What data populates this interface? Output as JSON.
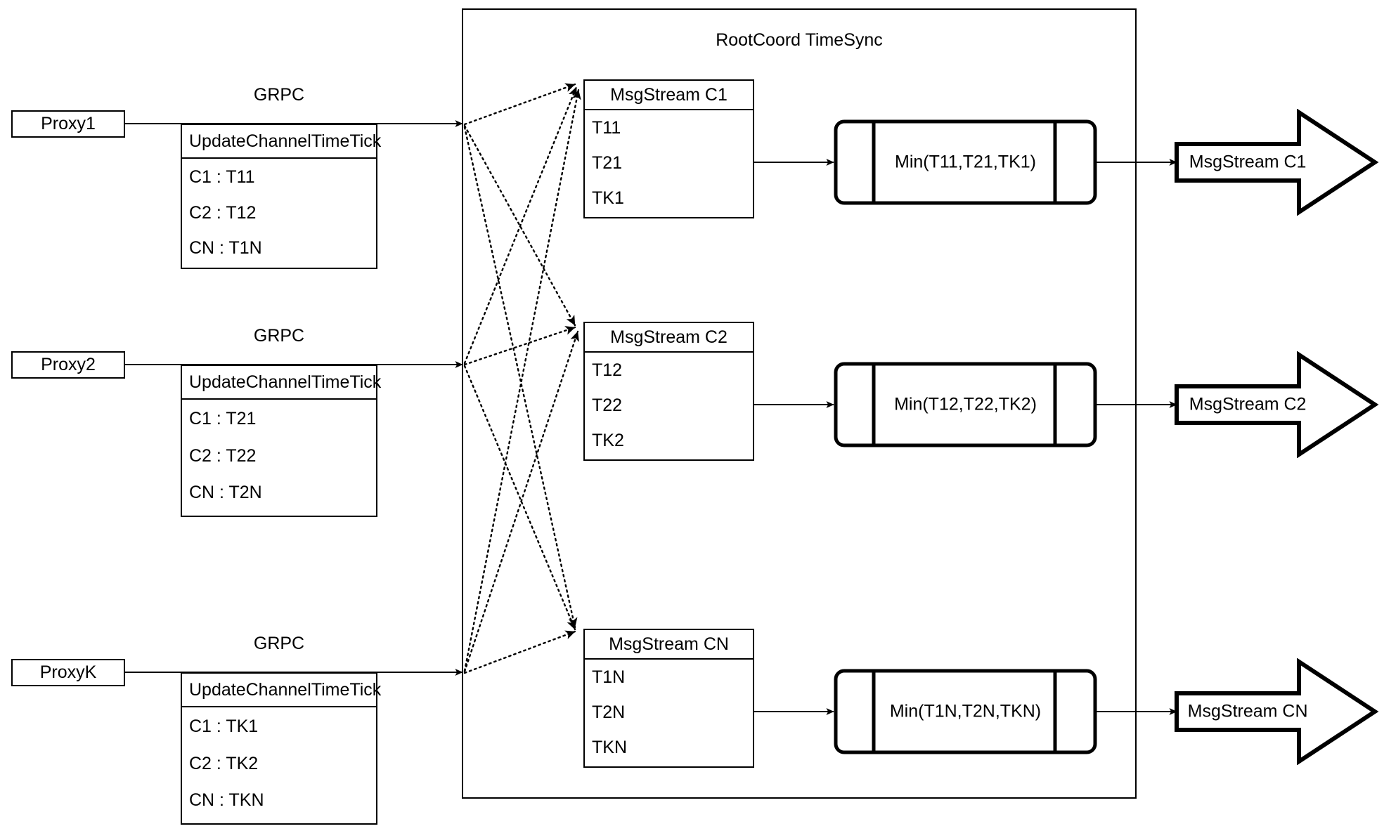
{
  "container": {
    "title": "RootCoord TimeSync"
  },
  "rows": [
    {
      "proxy": {
        "label": "Proxy1"
      },
      "link_label": "GRPC",
      "request": {
        "header": "UpdateChannelTimeTick",
        "entries": [
          "C1 :  T11",
          "C2 :  T12",
          "CN : T1N"
        ]
      },
      "msgstream": {
        "header": "MsgStream C1",
        "entries": [
          "T11",
          "T21",
          "TK1"
        ]
      },
      "process": {
        "label": "Min(T11,T21,TK1)"
      },
      "output": {
        "label": "MsgStream C1"
      }
    },
    {
      "proxy": {
        "label": "Proxy2"
      },
      "link_label": "GRPC",
      "request": {
        "header": "UpdateChannelTimeTick",
        "entries": [
          "C1 :  T21",
          "C2 :  T22",
          "CN : T2N"
        ]
      },
      "msgstream": {
        "header": "MsgStream C2",
        "entries": [
          "T12",
          "T22",
          "TK2"
        ]
      },
      "process": {
        "label": "Min(T12,T22,TK2)"
      },
      "output": {
        "label": "MsgStream C2"
      }
    },
    {
      "proxy": {
        "label": "ProxyK"
      },
      "link_label": "GRPC",
      "request": {
        "header": "UpdateChannelTimeTick",
        "entries": [
          "C1 :  TK1",
          "C2 :  TK2",
          "CN : TKN"
        ]
      },
      "msgstream": {
        "header": "MsgStream CN",
        "entries": [
          "T1N",
          "T2N",
          "TKN"
        ]
      },
      "process": {
        "label": "Min(T1N,T2N,TKN)"
      },
      "output": {
        "label": "MsgStream CN"
      }
    }
  ],
  "colors": {
    "stroke": "#000000",
    "background": "#ffffff"
  }
}
